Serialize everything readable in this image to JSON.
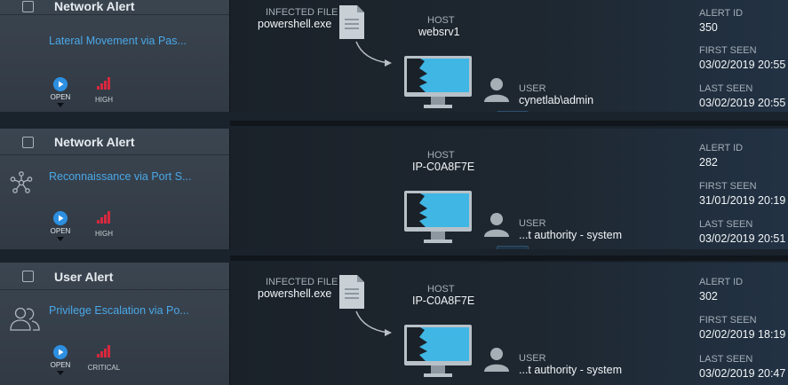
{
  "alerts": [
    {
      "type": "Network Alert",
      "title": "Lateral Movement via Pas...",
      "category_icon": "none",
      "status": "OPEN",
      "severity": "HIGH",
      "infected_file_label": "INFECTED FILE",
      "infected_file": "powershell.exe",
      "host_label": "HOST",
      "host": "websrv1",
      "user_label": "USER",
      "user": "cynetlab\\admin",
      "expander": "↓↓↓",
      "alert_id_label": "ALERT ID",
      "alert_id": "350",
      "first_seen_label": "FIRST SEEN",
      "first_seen": "03/02/2019 20:55",
      "last_seen_label": "LAST SEEN",
      "last_seen": "03/02/2019 20:55"
    },
    {
      "type": "Network Alert",
      "title": "Reconnaissance via Port S...",
      "category_icon": "network-nodes-icon",
      "status": "OPEN",
      "severity": "HIGH",
      "host_label": "HOST",
      "host": "IP-C0A8F7E",
      "user_label": "USER",
      "user": "...t authority - system",
      "expander": "↓↓↓",
      "alert_id_label": "ALERT ID",
      "alert_id": "282",
      "first_seen_label": "FIRST SEEN",
      "first_seen": "31/01/2019 20:19",
      "last_seen_label": "LAST SEEN",
      "last_seen": "03/02/2019 20:51"
    },
    {
      "type": "User Alert",
      "title": "Privilege Escalation via Po...",
      "category_icon": "users-icon",
      "status": "OPEN",
      "severity": "CRITICAL",
      "infected_file_label": "INFECTED FILE",
      "infected_file": "powershell.exe",
      "host_label": "HOST",
      "host": "IP-C0A8F7E",
      "user_label": "USER",
      "user": "...t authority - system",
      "alert_id_label": "ALERT ID",
      "alert_id": "302",
      "first_seen_label": "FIRST SEEN",
      "first_seen": "02/02/2019 18:19",
      "last_seen_label": "LAST SEEN",
      "last_seen": "03/02/2019 20:47"
    }
  ],
  "colors": {
    "title_link": "#4aa8e8",
    "severity_red": "#d8283e",
    "play_blue": "#2d8fe0",
    "monitor_screen": "#40b6e4"
  }
}
